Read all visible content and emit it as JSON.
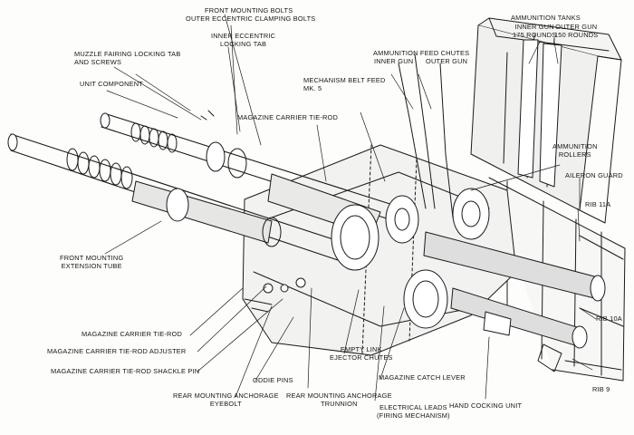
{
  "labels": {
    "front_mounting_bolts": "FRONT MOUNTING BOLTS",
    "outer_eccentric_clamping_bolts": "OUTER ECCENTRIC CLAMPING BOLTS",
    "inner_eccentric_locking_tab": "INNER ECCENTRIC\nLOCKING TAB",
    "muzzle_fairing_locking_tab": "MUZZLE FAIRING LOCKING TAB\nAND SCREWS",
    "unit_component": "UNIT COMPONENT",
    "mechanism_belt_feed": "MECHANISM BELT FEED\nMK. 5",
    "ammunition_feed_chutes": "AMMUNITION FEED CHUTES",
    "feed_chutes_inner_gun": "INNER GUN",
    "feed_chutes_outer_gun": "OUTER GUN",
    "ammunition_tanks": "AMMUNITION TANKS",
    "tanks_inner_gun": "INNER GUN\n175 ROUNDS",
    "tanks_outer_gun": "OUTER GUN\n150 ROUNDS",
    "magazine_carrier_tie_rod_top": "MAGAZINE CARRIER TIE-ROD",
    "ammunition_rollers": "AMMUNITION\nROLLERS",
    "aileron_guard": "AILERON GUARD",
    "rib_11a": "RIB 11A",
    "rib_10a": "RIB 10A",
    "rib_9": "RIB 9",
    "front_mounting_extension_tube": "FRONT MOUNTING\nEXTENSION TUBE",
    "magazine_carrier_tie_rod": "MAGAZINE CARRIER TIE-ROD",
    "magazine_carrier_tie_rod_adjuster": "MAGAZINE CARRIER TIE-ROD ADJUSTER",
    "magazine_carrier_tie_rod_shackle_pin": "MAGAZINE CARRIER TIE-ROD SHACKLE PIN",
    "oddie_pins": "ODDIE PINS",
    "empty_link_ejector_chutes": "EMPTY LINK\nEJECTOR CHUTES",
    "magazine_catch_lever": "MAGAZINE CATCH LEVER",
    "rear_mounting_anchorage_eyebolt": "REAR MOUNTING ANCHORAGE\nEYEBOLT",
    "rear_mounting_anchorage_trunnion": "REAR MOUNTING ANCHORAGE\nTRUNNION",
    "electrical_leads": "ELECTRICAL LEADS\n(FIRING MECHANISM)",
    "hand_cocking_unit": "HAND COCKING UNIT"
  },
  "colors": {
    "ink": "#1a1a1a",
    "shade": "#c9c9c9",
    "paper": "#fdfdfb"
  }
}
